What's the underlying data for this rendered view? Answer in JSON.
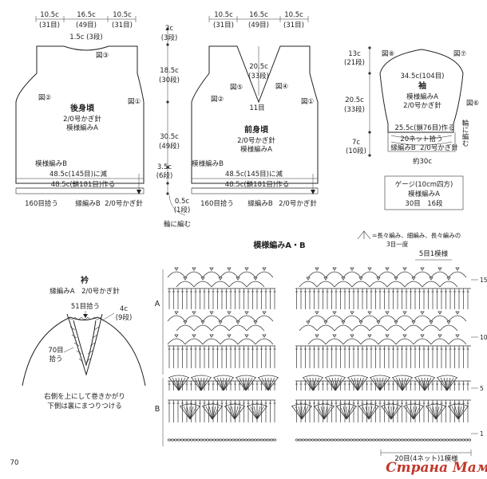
{
  "back": {
    "top_dims": [
      "10.5c",
      "16.5c",
      "10.5c"
    ],
    "top_rows": [
      "(31目)",
      "(49目)",
      "(31目)"
    ],
    "neck": "1.5c (3段)",
    "fig3": "図③",
    "fig2": "図②",
    "fig1": "図①",
    "title": "後身頃",
    "hook": "2/0号かぎ針",
    "pattern": "模様編みA",
    "pattern_b": "模様編みB",
    "dec": "48.5c(145目)に減",
    "make": "48.5c(鎖181目)作る",
    "pick": "160目拾う",
    "edge": "縁編みB",
    "edge_hook": "2/0号かぎ針"
  },
  "center": {
    "v1": "2c",
    "v1r": "(3段)",
    "v2": "18.5c",
    "v2r": "(30段)",
    "v3": "30.5c",
    "v3r": "(49段)",
    "v4": "3.5c",
    "v4r": "(6段)",
    "v5": "0.5c",
    "v5r": "(1段)",
    "round": "輪に編む"
  },
  "front": {
    "top_dims": [
      "10.5c",
      "16.5c",
      "10.5c"
    ],
    "top_rows": [
      "(31目)",
      "(49目)",
      "(31目)"
    ],
    "vneck": "20.5c",
    "vneck_rows": "(33段)",
    "fig5": "図⑤",
    "fig4": "図④",
    "fig2": "図②",
    "fig1": "図①",
    "center_sts": "11目",
    "title": "前身頃",
    "hook": "2/0号かぎ針",
    "pattern": "模様編みA",
    "pattern_b": "模様編みB",
    "dec": "48.5c(145目)に減",
    "make": "48.5c(鎖181目)作る",
    "pick": "160目拾う",
    "edge": "縁編みB",
    "edge_hook": "2/0号かぎ針"
  },
  "sleeve": {
    "v1": "13c",
    "v1r": "(21段)",
    "v2": "20.5c",
    "v2r": "(33段)",
    "v3": "7c",
    "v3r": "(10段)",
    "fig8": "図⑧",
    "fig7": "図⑦",
    "fig6": "図⑥",
    "top": "34.5c(104目)",
    "title": "袖",
    "pattern": "模様編みA",
    "hook": "2/0号かぎ針",
    "make": "25.5c(鎖76目)作る",
    "pick": "20ネット拾う",
    "edge": "縁編みB",
    "edge_hook": "2/0号かぎ針",
    "round": "輪に編む",
    "width": "約30c"
  },
  "gauge": {
    "title": "ゲージ(10cm四方)",
    "pattern": "模様編みA",
    "value": "30目　16段"
  },
  "collar": {
    "title": "衿",
    "subtitle": "縁編みA　2/0号かぎ針",
    "pick1": "51目拾う",
    "dim": "4c",
    "dim_rows": "(9段)",
    "pick2a": "70目",
    "pick2b": "拾う",
    "note1": "右側を上にして巻きかがり",
    "note2": "下側は裏にまつりつける"
  },
  "chart": {
    "title": "模様編みA・B",
    "legend1": "=長々編み、細編み、長々編みの",
    "legend2": "3目一度",
    "repeat": "5目1模様",
    "bottom_repeat": "20目(4ネット)1模様",
    "label_a": "A",
    "label_b": "B",
    "row15": "15",
    "row10": "10",
    "row5": "5",
    "row1": "1"
  },
  "page_number": "70",
  "watermark": "Страна Мам"
}
